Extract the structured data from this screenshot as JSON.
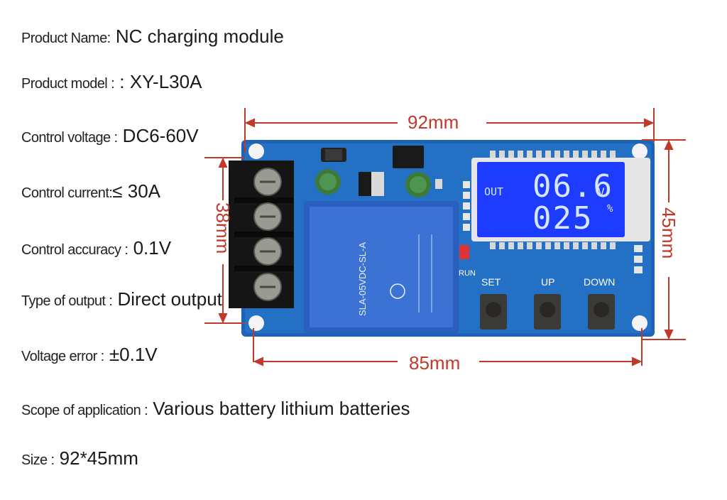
{
  "specs": [
    {
      "label": "Product Name:",
      "value": " NC charging module"
    },
    {
      "label": "Product model :",
      "value": " : XY-L30A"
    },
    {
      "label": "Control voltage :",
      "value": " DC6-60V"
    },
    {
      "label": "Control current:",
      "value": "≤ 30A"
    },
    {
      "label": "Control accuracy :",
      "value": " 0.1V"
    },
    {
      "label": "Type of output :",
      "value": " Direct output"
    },
    {
      "label": "Voltage error :",
      "value": " ±0.1V"
    },
    {
      "label": "Scope of application :",
      "value": " Various battery lithium batteries"
    },
    {
      "label": "Size :",
      "value": " 92*45mm"
    }
  ],
  "dimensions": {
    "top_width": "92mm",
    "bottom_width": "85mm",
    "left_height": "38mm",
    "right_height": "45mm"
  },
  "display": {
    "out_label": "OUT",
    "line1": "06.6",
    "line1_unit": "V",
    "line2": "025",
    "line2_unit": "%"
  },
  "buttons": {
    "set": "SET",
    "up": "UP",
    "down": "DOWN"
  },
  "board_labels": {
    "run": "RUN",
    "relay_model": "SLA-05VDC-SL-A"
  },
  "colors": {
    "board": "#1f63b5",
    "lcd": "#1e3cff",
    "dimension": "#c0392b"
  }
}
